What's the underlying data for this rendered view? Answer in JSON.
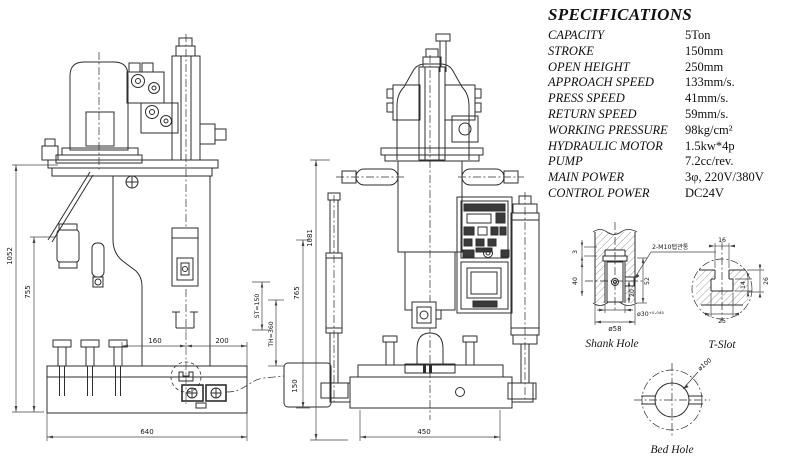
{
  "specifications": {
    "title": "SPECIFICATIONS",
    "rows": [
      {
        "label": "CAPACITY",
        "value": "5Ton"
      },
      {
        "label": "STROKE",
        "value": "150mm"
      },
      {
        "label": "OPEN HEIGHT",
        "value": "250mm"
      },
      {
        "label": "APPROACH SPEED",
        "value": "133mm/s."
      },
      {
        "label": "PRESS SPEED",
        "value": "41mm/s."
      },
      {
        "label": "RETURN SPEED",
        "value": "59mm/s."
      },
      {
        "label": "WORKING PRESSURE",
        "value": "98kg/cm²"
      },
      {
        "label": "HYDRAULIC MOTOR",
        "value": "1.5kw*4p"
      },
      {
        "label": "PUMP",
        "value": "7.2cc/rev."
      },
      {
        "label": "MAIN POWER",
        "value": "3φ, 220V/380V"
      },
      {
        "label": "CONTROL POWER",
        "value": "DC24V"
      }
    ]
  },
  "drawings": {
    "side_view": {
      "dim_height_overall": "1052",
      "dim_height_table": "755",
      "dim_throat_160": "160",
      "dim_throat_200": "200",
      "dim_base_width": "640",
      "dim_stroke": "ST=150",
      "dim_daylight": "TH=360",
      "dim_box_width": "150"
    },
    "front_view": {
      "dim_height_overall": "1081",
      "dim_height_765": "765",
      "dim_base_width": "450"
    },
    "shank_hole": {
      "title": "Shank Hole",
      "note": "2-M10탭관통",
      "dim_lip": "3",
      "dim_depth_40": "40",
      "dim_depth_52": "52",
      "dim_depth_20": "20",
      "dim_bore": "ø30⁺⁰·⁰⁴⁵",
      "dim_outer": "ø58"
    },
    "t_slot": {
      "title": "T-Slot",
      "dim_neck": "16",
      "dim_flange_height": "14",
      "dim_depth": "26",
      "dim_width": "25"
    },
    "bed_hole": {
      "title": "Bed Hole",
      "dim_diameter": "ø100"
    }
  }
}
